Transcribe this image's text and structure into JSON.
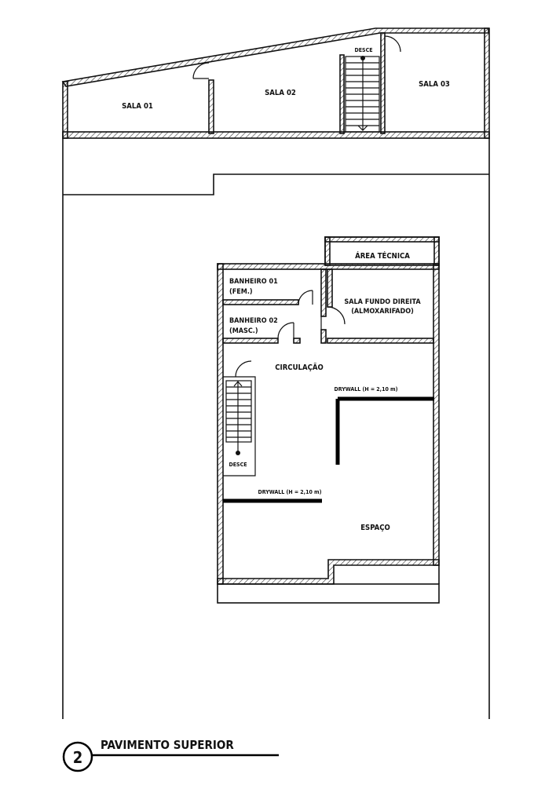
{
  "drawing": {
    "number": "2",
    "title": "PAVIMENTO SUPERIOR"
  },
  "rooms": {
    "sala01": "SALA 01",
    "sala02": "SALA 02",
    "sala03": "SALA 03",
    "desce_top": "DESCE",
    "area_tecnica": "ÁREA TÉCNICA",
    "banheiro01_l1": "BANHEIRO 01",
    "banheiro01_l2": "(FEM.)",
    "banheiro02_l1": "BANHEIRO 02",
    "banheiro02_l2": "(MASC.)",
    "sala_fundo_l1": "SALA FUNDO DIREITA",
    "sala_fundo_l2": "(ALMOXARIFADO)",
    "circulacao": "CIRCULAÇÃO",
    "drywall_upper": "DRYWALL (H = 2,10 m)",
    "drywall_lower": "DRYWALL (H = 2,10 m)",
    "desce_bottom": "DESCE",
    "espaco": "ESPAÇO"
  }
}
